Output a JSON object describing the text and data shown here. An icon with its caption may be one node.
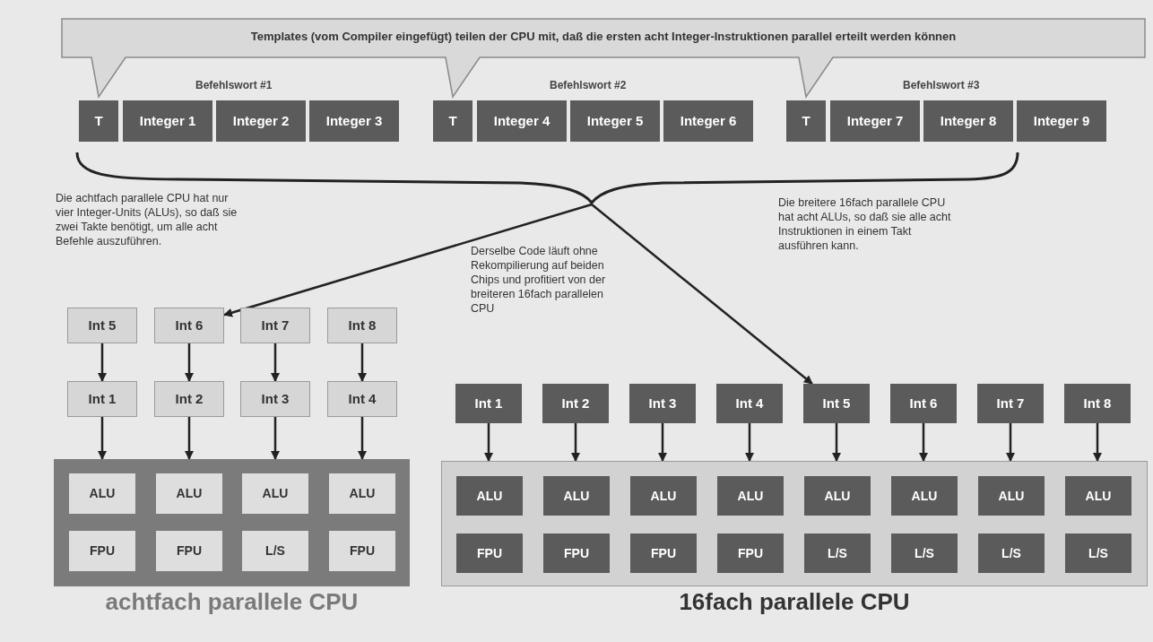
{
  "diagram": {
    "nodes": [
      {
        "text": [
          "Templates (vom Compiler eingefügt) teilen der CPU mit, daß die ersten acht Integer-Instruktionen parallel erteilt werden können"
        ]
      },
      {
        "text": [
          "Befehlswort #1"
        ]
      },
      {
        "text": [
          "T"
        ],
        "in": 1
      },
      {
        "text": [
          "Integer 1"
        ],
        "in": 1
      },
      {
        "text": [
          "Integer 2"
        ],
        "in": 1
      },
      {
        "text": [
          "Integer 3"
        ],
        "in": 1
      },
      {
        "text": [
          "Befehlswort #2"
        ]
      },
      {
        "text": [
          "T"
        ],
        "in": 6
      },
      {
        "text": [
          "Integer 4"
        ],
        "in": 6
      },
      {
        "text": [
          "Integer 5"
        ],
        "in": 6
      },
      {
        "text": [
          "Integer 6"
        ],
        "in": 6
      },
      {
        "text": [
          "Befehlswort #3"
        ]
      },
      {
        "text": [
          "T"
        ],
        "in": 11
      },
      {
        "text": [
          "Integer 7"
        ],
        "in": 11
      },
      {
        "text": [
          "Integer 8"
        ],
        "in": 11
      },
      {
        "text": [
          "Integer 9"
        ],
        "in": 11
      },
      {
        "text": [
          "Int 5"
        ]
      },
      {
        "text": [
          "Int 6"
        ]
      },
      {
        "text": [
          "Int 7"
        ]
      },
      {
        "text": [
          "Int 8"
        ]
      },
      {
        "text": [
          "Int 1"
        ]
      },
      {
        "text": [
          "Int 2"
        ]
      },
      {
        "text": [
          "Int 3"
        ]
      },
      {
        "text": [
          "Int 4"
        ]
      },
      {
        "text": [
          "Int 1"
        ]
      },
      {
        "text": [
          "Int 2"
        ]
      },
      {
        "text": [
          "Int 3"
        ]
      },
      {
        "text": [
          "Int 4"
        ]
      },
      {
        "text": [
          "Int 5"
        ]
      },
      {
        "text": [
          "Int 6"
        ]
      },
      {
        "text": [
          "Int 7"
        ]
      },
      {
        "text": [
          "Int 8"
        ]
      },
      {
        "text": [
          "achtfach parallele CPU"
        ]
      },
      {
        "text": [
          "ALU"
        ],
        "in": 32
      },
      {
        "text": [
          "ALU"
        ],
        "in": 32
      },
      {
        "text": [
          "ALU"
        ],
        "in": 32
      },
      {
        "text": [
          "ALU"
        ],
        "in": 32
      },
      {
        "text": [
          "FPU"
        ],
        "in": 32
      },
      {
        "text": [
          "FPU"
        ],
        "in": 32
      },
      {
        "text": [
          "L/S"
        ],
        "in": 32
      },
      {
        "text": [
          "FPU"
        ],
        "in": 32
      },
      {
        "text": [
          "16fach parallele CPU"
        ]
      },
      {
        "text": [
          "ALU"
        ],
        "in": 41
      },
      {
        "text": [
          "ALU"
        ],
        "in": 41
      },
      {
        "text": [
          "ALU"
        ],
        "in": 41
      },
      {
        "text": [
          "ALU"
        ],
        "in": 41
      },
      {
        "text": [
          "ALU"
        ],
        "in": 41
      },
      {
        "text": [
          "ALU"
        ],
        "in": 41
      },
      {
        "text": [
          "ALU"
        ],
        "in": 41
      },
      {
        "text": [
          "ALU"
        ],
        "in": 41
      },
      {
        "text": [
          "FPU"
        ],
        "in": 41
      },
      {
        "text": [
          "FPU"
        ],
        "in": 41
      },
      {
        "text": [
          "FPU"
        ],
        "in": 41
      },
      {
        "text": [
          "FPU"
        ],
        "in": 41
      },
      {
        "text": [
          "L/S"
        ],
        "in": 41
      },
      {
        "text": [
          "L/S"
        ],
        "in": 41
      },
      {
        "text": [
          "L/S"
        ],
        "in": 41
      },
      {
        "text": [
          "L/S"
        ],
        "in": 41
      },
      {
        "text": [],
        "shape": "brace"
      }
    ],
    "edges": [
      {
        "from": 58,
        "to": 17,
        "arrow": "to"
      },
      {
        "from": 58,
        "to": 28,
        "arrow": "to"
      },
      {
        "from": 16,
        "to": 20,
        "arrow": "to"
      },
      {
        "from": 17,
        "to": 21,
        "arrow": "to"
      },
      {
        "from": 18,
        "to": 22,
        "arrow": "to"
      },
      {
        "from": 19,
        "to": 23,
        "arrow": "to"
      },
      {
        "from": 20,
        "to": 32,
        "arrow": "to"
      },
      {
        "from": 21,
        "to": 32,
        "arrow": "to"
      },
      {
        "from": 22,
        "to": 32,
        "arrow": "to"
      },
      {
        "from": 23,
        "to": 32,
        "arrow": "to"
      },
      {
        "from": 24,
        "to": 41,
        "arrow": "to"
      },
      {
        "from": 25,
        "to": 41,
        "arrow": "to"
      },
      {
        "from": 26,
        "to": 41,
        "arrow": "to"
      },
      {
        "from": 27,
        "to": 41,
        "arrow": "to"
      },
      {
        "from": 28,
        "to": 41,
        "arrow": "to"
      },
      {
        "from": 29,
        "to": 41,
        "arrow": "to"
      },
      {
        "from": 30,
        "to": 41,
        "arrow": "to"
      },
      {
        "from": 31,
        "to": 41,
        "arrow": "to"
      }
    ],
    "labels": [
      "Die achtfach parallele CPU hat nur vier Integer-Units (ALUs), so daß sie zwei Takte benötigt, um alle acht Befehle auszuführen.",
      "Derselbe Code läuft ohne Rekompilierung auf beiden Chips und profitiert von der breiteren 16fach parallelen CPU",
      "Die breitere 16fach parallele CPU hat acht ALUs, so daß sie alle acht Instruktionen in einem Takt ausführen kann."
    ]
  }
}
